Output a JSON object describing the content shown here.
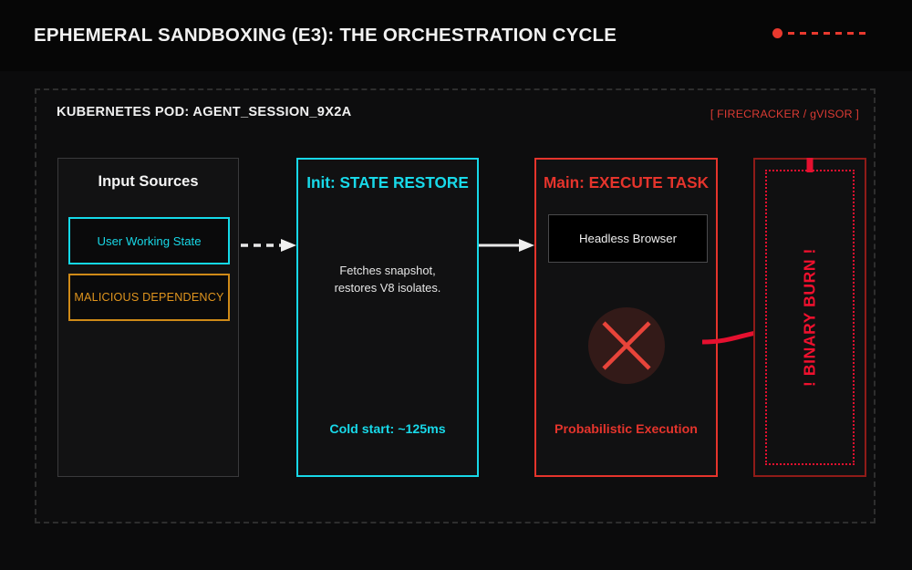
{
  "header": {
    "title": "EPHEMERAL SANDBOXING (E3): THE ORCHESTRATION CYCLE",
    "indicator_icon": "status-dot-icon",
    "accent_color": "#e8392e"
  },
  "pod": {
    "label": "KUBERNETES POD: AGENT_SESSION_9X2A",
    "runtime_label": "[ FIRECRACKER / gVISOR ]",
    "runtime_color": "#d93a33",
    "border_style": "dashed"
  },
  "panels": {
    "input": {
      "title": "Input Sources",
      "border_color": "#3a3a3c",
      "chips": [
        {
          "label": "User Working State",
          "color": "#18d7e6"
        },
        {
          "label": "MALICIOUS DEPENDENCY",
          "color": "#e0951e"
        }
      ]
    },
    "init": {
      "title": "Init: STATE RESTORE",
      "body": "Fetches snapshot,\nrestores V8 isolates.",
      "body_line1": "Fetches snapshot,",
      "body_line2": "restores V8 isolates.",
      "metric": "Cold start: ~125ms",
      "accent_color": "#18d9e9"
    },
    "main": {
      "title": "Main: EXECUTE TASK",
      "browser_label": "Headless Browser",
      "failure_icon": "x-circle-icon",
      "status": "Probabilistic Execution",
      "accent_color": "#e5342c"
    },
    "burn": {
      "label": "! BINARY BURN !",
      "accent_color": "#f0102e",
      "outer_border_color": "#8f1b18",
      "inner_border_style": "dotted"
    }
  },
  "connectors": {
    "input_to_init": {
      "name": "dashed-arrow",
      "style": "dashed",
      "color": "#e8e8e8"
    },
    "init_to_main": {
      "name": "solid-arrow",
      "style": "solid",
      "color": "#e8e8e8"
    },
    "main_to_burn": {
      "name": "curved-link",
      "style": "curve",
      "color": "#e5102f"
    }
  }
}
